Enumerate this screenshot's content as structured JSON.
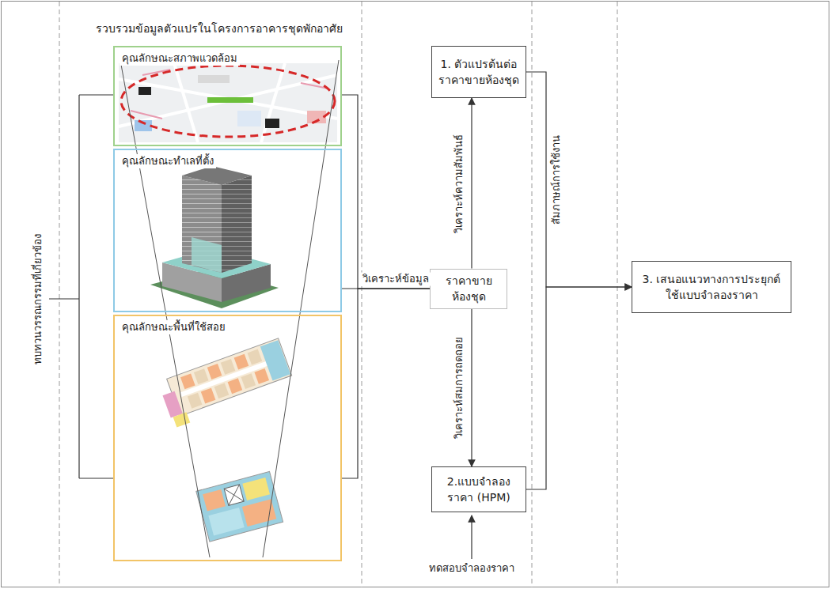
{
  "diagram": {
    "nodes": [
      {
        "text": [
          "คุณลักษณะสภาพแวดล้อม"
        ]
      },
      {
        "text": [
          "คุณลักษณะทำเลที่ตั้ง"
        ]
      },
      {
        "text": [
          "คุณลักษณะพื้นที่ใช้สอย"
        ]
      },
      {
        "text": [
          "ราคาขายห้องชุด"
        ]
      },
      {
        "text": [
          "1. ตัวแปรต้นต่อ ราคาขายห้องชุด"
        ]
      },
      {
        "text": [
          "2.แบบจำลองราคา (HPM)"
        ]
      },
      {
        "text": [
          "3. เสนอแนวทางการประยุกต์ ใช้แบบจำลองราคา"
        ]
      }
    ],
    "edges": [
      {
        "from": 0,
        "to": 3,
        "arrow": "none"
      },
      {
        "from": 1,
        "to": 3,
        "arrow": "none",
        "label": "วิเคราะห์ข้อมูล"
      },
      {
        "from": 2,
        "to": 3,
        "arrow": "none"
      },
      {
        "from": 3,
        "to": 4,
        "arrow": "to",
        "label": "วิเคราะห์ความสัมพันธ์"
      },
      {
        "from": 3,
        "to": 5,
        "arrow": "to",
        "label": "วิเคราะห์สมการถดถอย"
      },
      {
        "from": 4,
        "to": 6,
        "arrow": "to",
        "label": "สัมภาษณ์การใช้งาน"
      },
      {
        "from": 5,
        "to": 6,
        "arrow": "to"
      }
    ],
    "labels": [
      "รวบรวมข้อมูลตัวแปรในโครงการอาคารชุดพักอาศัย",
      "ทบทวนวรรณกรรมที่เกี่ยวข้อง",
      "ทดสอบจำลองราคา"
    ]
  }
}
